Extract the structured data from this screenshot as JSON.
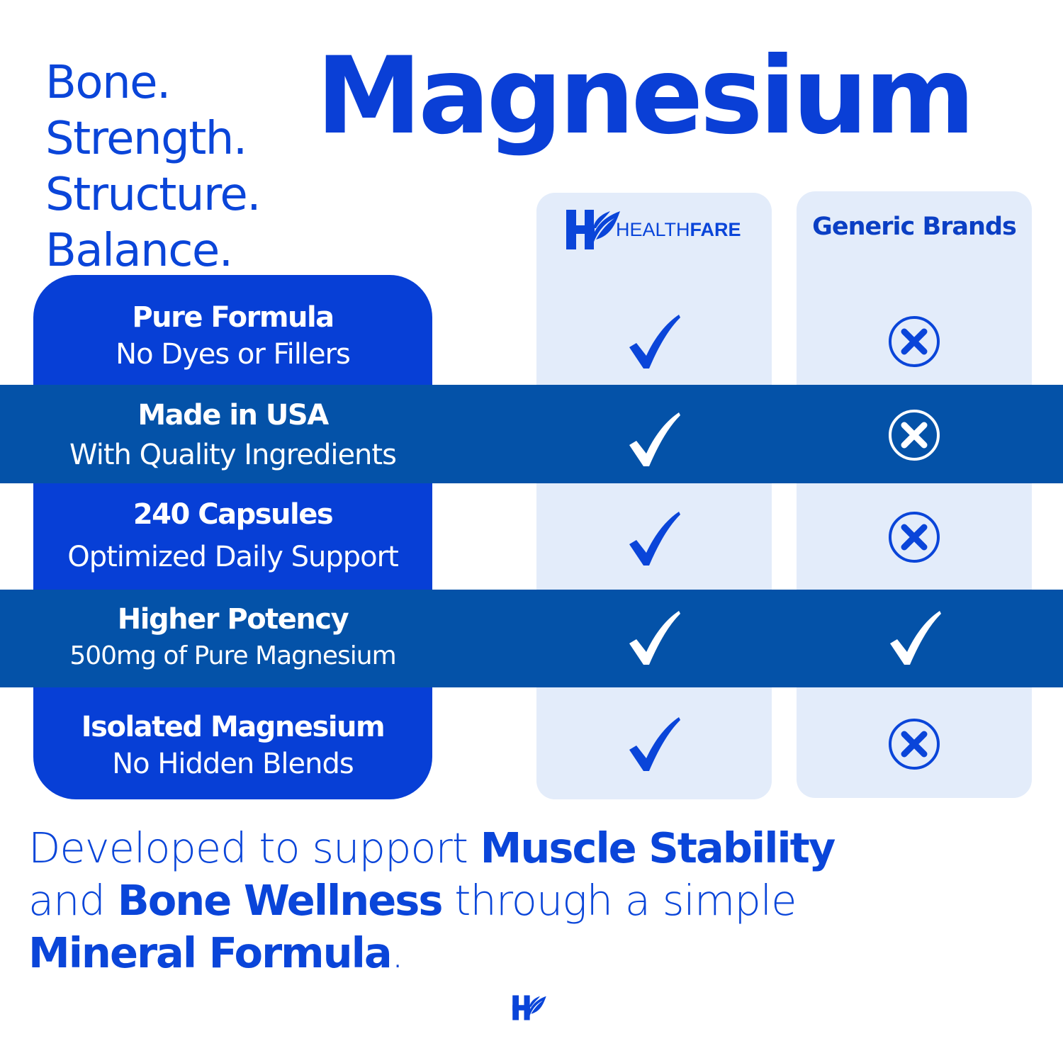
{
  "tagline": [
    "Bone.",
    "Strength.",
    "Structure.",
    "Balance."
  ],
  "title": "Magnesium",
  "columns": {
    "brand": {
      "name_light": "HEALTH",
      "name_bold": "FARE",
      "logo": "healthfare-logo-icon"
    },
    "competitor": {
      "label": "Generic Brands"
    }
  },
  "rows": [
    {
      "title": "Pure Formula",
      "subtitle": "No Dyes or Fillers",
      "healthfare": "check",
      "generic": "cross",
      "highlighted": false
    },
    {
      "title": "Made in USA",
      "subtitle": "With Quality Ingredients",
      "healthfare": "check",
      "generic": "cross",
      "highlighted": true
    },
    {
      "title": "240  Capsules",
      "subtitle": "Optimized Daily Support",
      "healthfare": "check",
      "generic": "cross",
      "highlighted": false
    },
    {
      "title": "Higher Potency",
      "subtitle": "500mg of Pure Magnesium",
      "healthfare": "check",
      "generic": "check",
      "highlighted": true
    },
    {
      "title": "Isolated Magnesium",
      "subtitle": "No Hidden Blends",
      "healthfare": "check",
      "generic": "cross",
      "highlighted": false
    }
  ],
  "footer": {
    "p1": "Developed to support ",
    "b1": "Muscle Stability",
    "p2": "and ",
    "b2": "Bone Wellness",
    "p3": " through a simple",
    "b3": "Mineral Formula",
    "p4": "."
  },
  "colors": {
    "primary_blue": "#073fd6",
    "band_blue": "#0452a8",
    "card_bg": "#e3ecfa",
    "white": "#ffffff"
  }
}
